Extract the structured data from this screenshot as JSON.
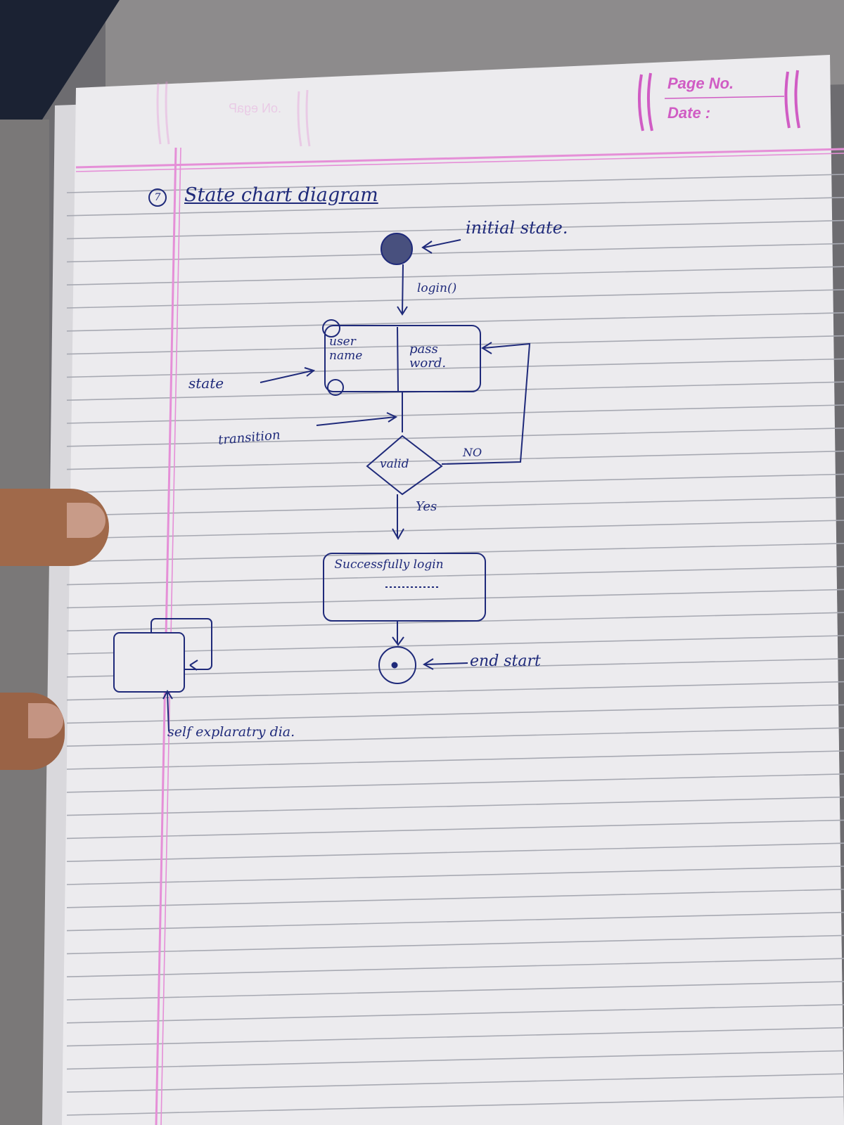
{
  "notebook_header": {
    "page_no_label": "Page No.",
    "date_label": "Date :"
  },
  "heading": {
    "number": "7",
    "title": "State chart diagram"
  },
  "diagram": {
    "initial_state_label": "initial state.",
    "login_transition": "login()",
    "username_field": "user name",
    "password_field": "pass word.",
    "state_label": "state",
    "transition_label": "transition",
    "decision_label": "valid",
    "no_label": "NO",
    "yes_label": "Yes",
    "success_state": "Successfully login",
    "end_label": "end start",
    "self_transition_label": "self explaratry dia."
  },
  "colors": {
    "paper": "#ecebee",
    "rule_line": "#a7a9b2",
    "margin_pink": "#e58fd7",
    "ink": "#1f2a7a",
    "fabric": "#6d6c70"
  }
}
